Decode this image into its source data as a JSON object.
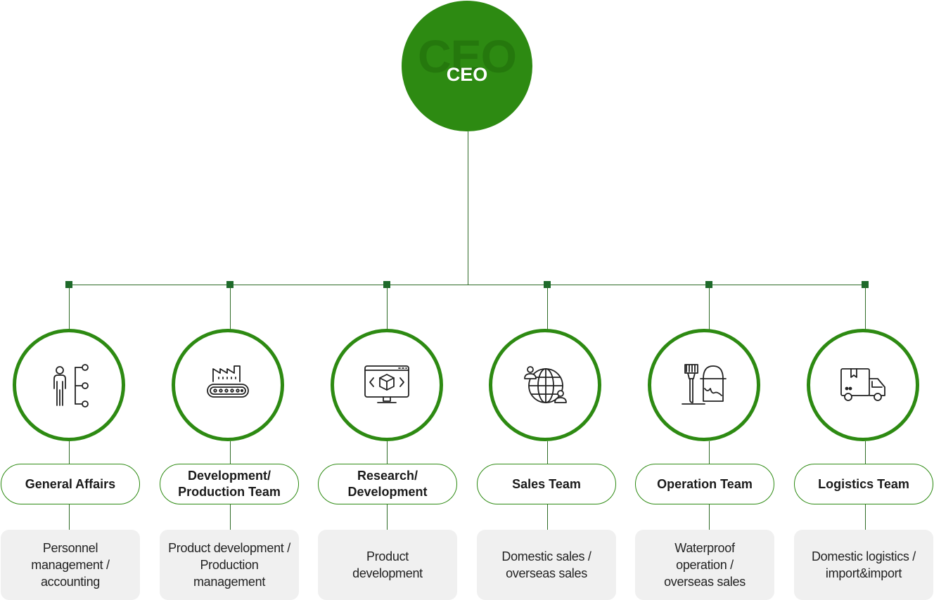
{
  "ceo": {
    "label": "CEO",
    "watermark": "CEO"
  },
  "colors": {
    "accent": "#2d8a12",
    "line": "#2e6b26",
    "node": "#1e6a2a",
    "desc_bg": "#f0f0f0"
  },
  "teams": [
    {
      "name": "General Affairs",
      "icon": "person-hierarchy-icon",
      "description": "Personnel\nmanagement /\naccounting"
    },
    {
      "name": "Development/\nProduction Team",
      "icon": "factory-conveyor-icon",
      "description": "Product development /\nProduction\nmanagement"
    },
    {
      "name": "Research/\nDevelopment",
      "icon": "monitor-box-code-icon",
      "description": "Product\ndevelopment"
    },
    {
      "name": "Sales Team",
      "icon": "globe-users-icon",
      "description": "Domestic sales /\noverseas sales"
    },
    {
      "name": "Operation Team",
      "icon": "paintbrush-bucket-icon",
      "description": "Waterproof\noperation /\noverseas sales"
    },
    {
      "name": "Logistics Team",
      "icon": "delivery-truck-icon",
      "description": "Domestic logistics /\nimport&import"
    }
  ]
}
